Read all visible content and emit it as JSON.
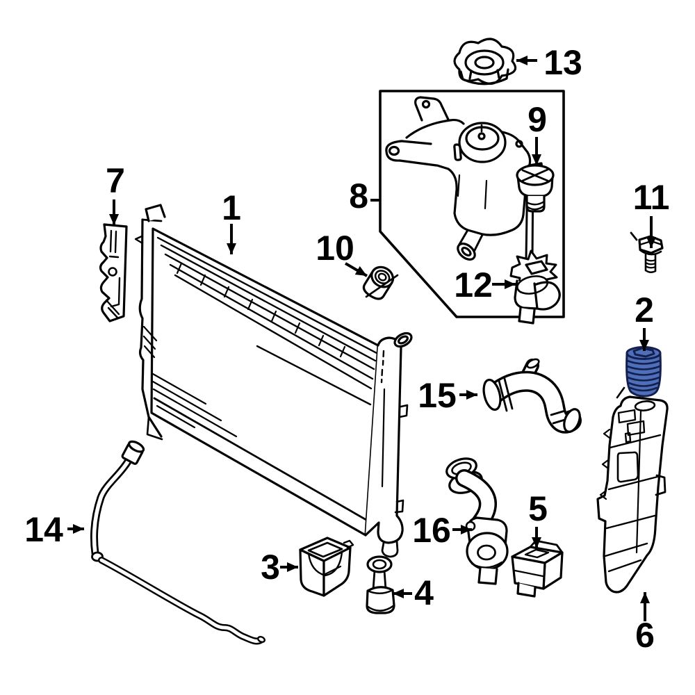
{
  "diagram": {
    "kind": "exploded-parts-line-diagram",
    "background_color": "#ffffff",
    "line_color": "#000000",
    "highlighted_callout": "2",
    "highlight_fill": "#4f6fb8",
    "highlight_stroke": "#131f4e",
    "callouts": [
      {
        "label": "1"
      },
      {
        "label": "2"
      },
      {
        "label": "3"
      },
      {
        "label": "4"
      },
      {
        "label": "5"
      },
      {
        "label": "6"
      },
      {
        "label": "7"
      },
      {
        "label": "8"
      },
      {
        "label": "9"
      },
      {
        "label": "10"
      },
      {
        "label": "11"
      },
      {
        "label": "12"
      },
      {
        "label": "13"
      },
      {
        "label": "14"
      },
      {
        "label": "15"
      },
      {
        "label": "16"
      }
    ]
  }
}
